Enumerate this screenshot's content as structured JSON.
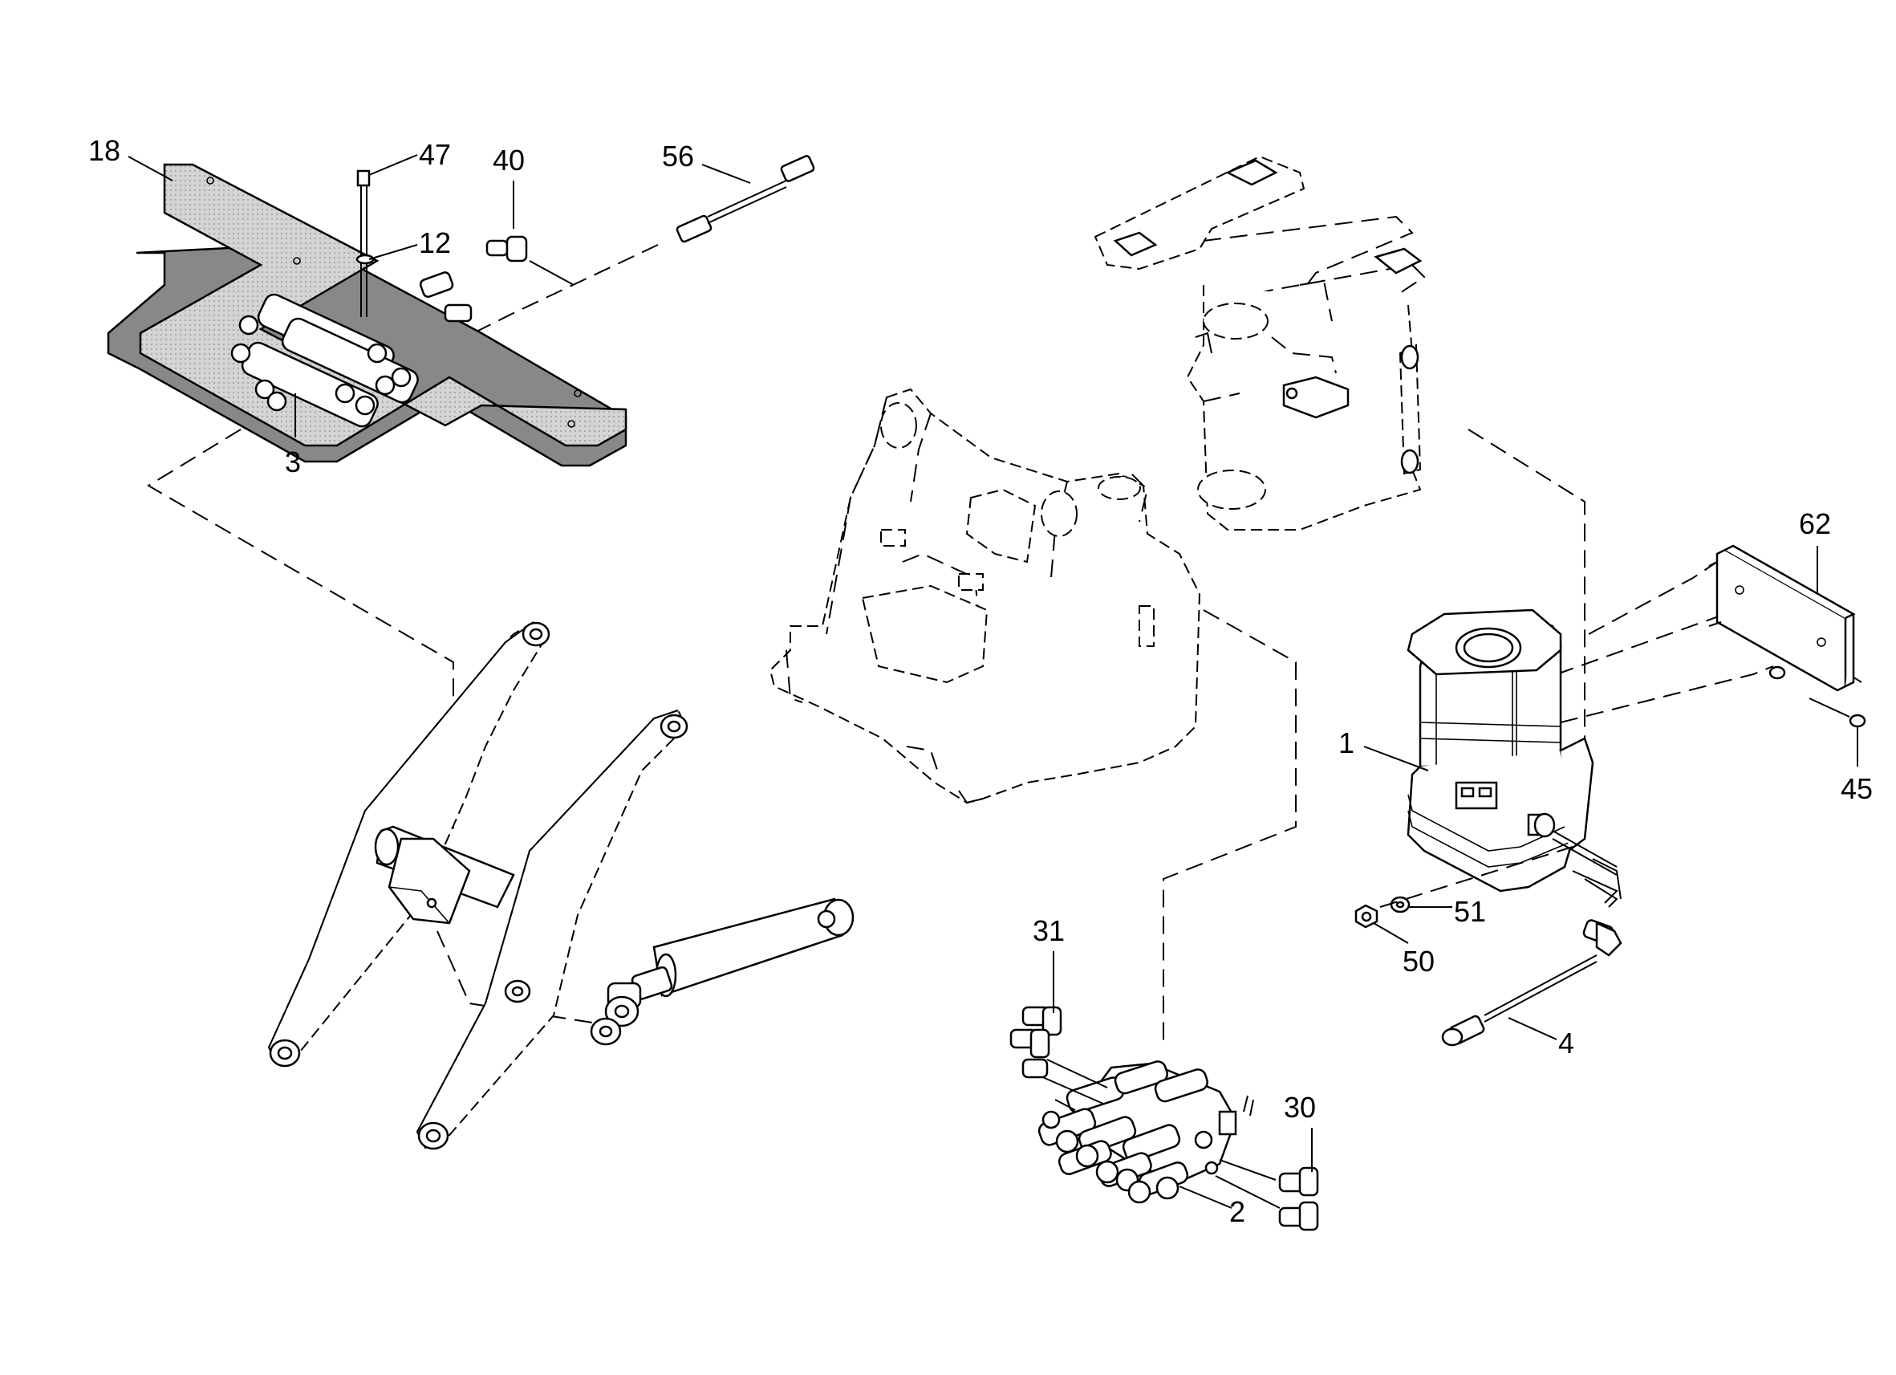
{
  "callouts": [
    {
      "id": "18",
      "text": "18"
    },
    {
      "id": "47",
      "text": "47"
    },
    {
      "id": "40",
      "text": "40"
    },
    {
      "id": "56",
      "text": "56"
    },
    {
      "id": "12",
      "text": "12"
    },
    {
      "id": "3",
      "text": "3"
    },
    {
      "id": "62",
      "text": "62"
    },
    {
      "id": "1",
      "text": "1"
    },
    {
      "id": "45",
      "text": "45"
    },
    {
      "id": "51",
      "text": "51"
    },
    {
      "id": "50",
      "text": "50"
    },
    {
      "id": "4",
      "text": "4"
    },
    {
      "id": "31",
      "text": "31"
    },
    {
      "id": "30",
      "text": "30"
    },
    {
      "id": "2",
      "text": "2"
    }
  ],
  "colors": {
    "plate_fill": "#d8d8d8",
    "line": "#000000",
    "background": "#ffffff"
  }
}
